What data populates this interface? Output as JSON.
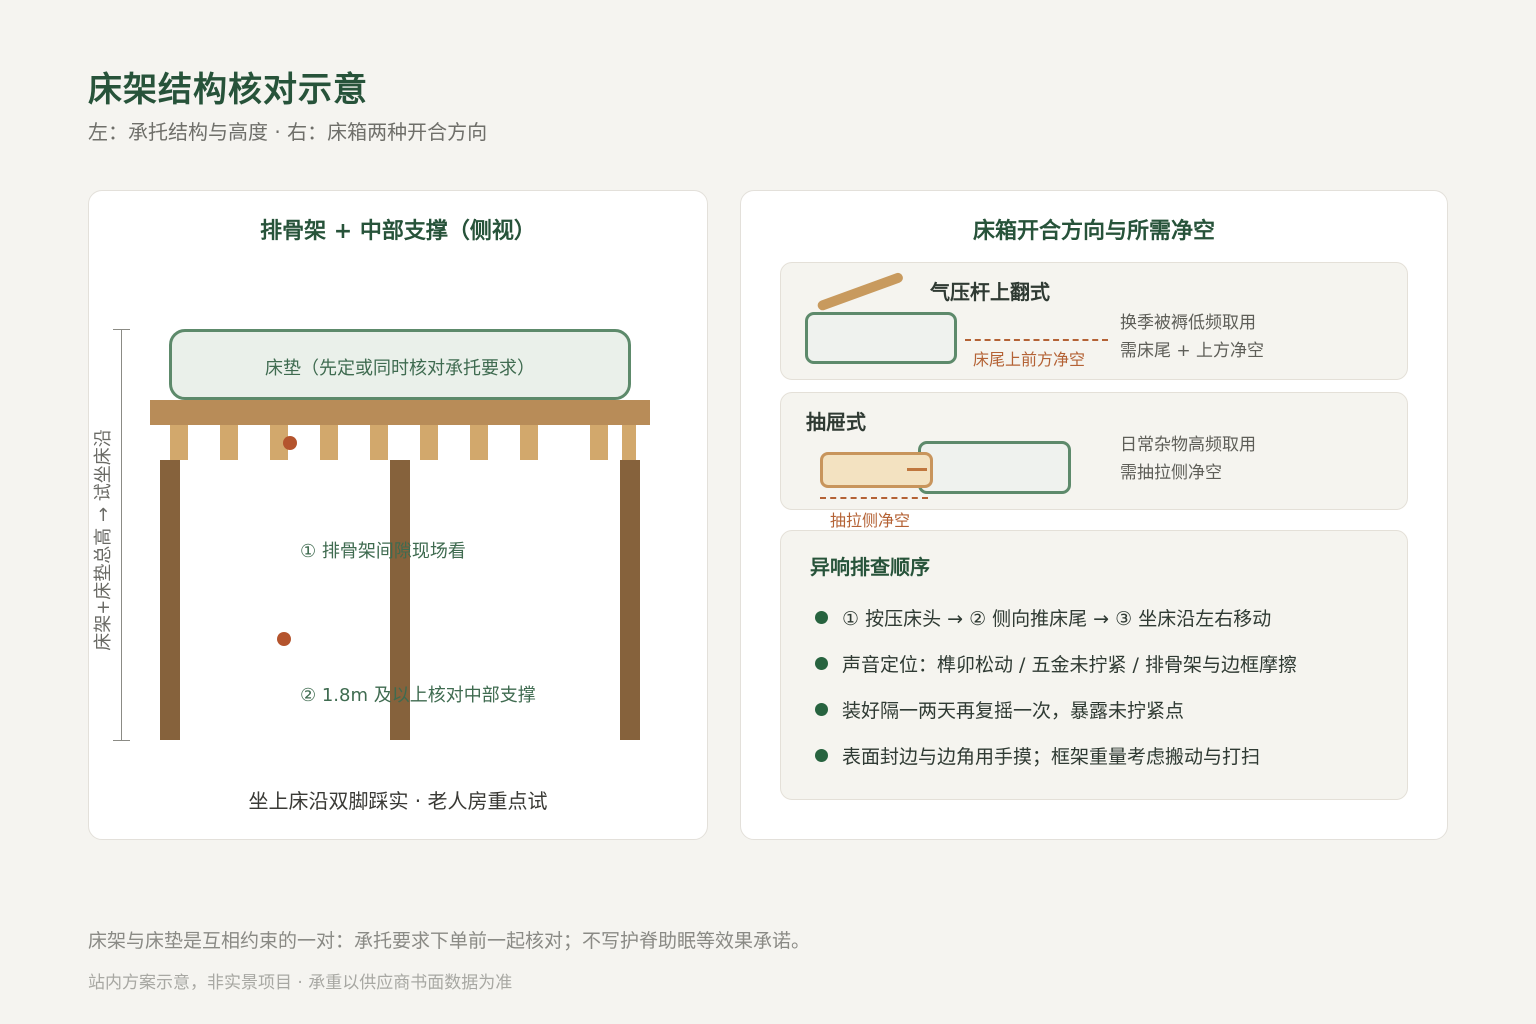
{
  "header": {
    "title": "床架结构核对示意",
    "subtitle": "左：承托结构与高度 · 右：床箱两种开合方向"
  },
  "left_panel": {
    "title": "排骨架 + 中部支撑（侧视）",
    "mattress_label": "床垫（先定或同时核对承托要求）",
    "height_label": "床架+床垫总高 → 试坐床沿",
    "note_1": "① 排骨架间隙现场看",
    "note_2": "② 1.8m 及以上核对中部支撑",
    "bottom_caption": "坐上床沿双脚踩实 · 老人房重点试"
  },
  "right_panel": {
    "title": "床箱开合方向与所需净空",
    "gas_lift": {
      "title": "气压杆上翻式",
      "clearance_label": "床尾上前方净空",
      "desc_1": "换季被褥低频取用",
      "desc_2": "需床尾 + 上方净空"
    },
    "drawer": {
      "title": "抽屉式",
      "clearance_label": "抽拉侧净空",
      "desc_1": "日常杂物高频取用",
      "desc_2": "需抽拉侧净空"
    },
    "noise_check": {
      "title": "异响排查顺序",
      "items": [
        "① 按压床头 → ② 侧向推床尾 → ③ 坐床沿左右移动",
        "声音定位：榫卯松动 / 五金未拧紧 / 排骨架与边框摩擦",
        "装好隔一两天再复摇一次，暴露未拧紧点",
        "表面封边与边角用手摸；框架重量考虑搬动与打扫"
      ]
    }
  },
  "footer": {
    "line_1": "床架与床垫是互相约束的一对：承托要求下单前一起核对；不写护脊助眠等效果承诺。",
    "line_2": "站内方案示意，非实景项目 · 承重以供应商书面数据为准"
  },
  "colors": {
    "title_green": "#27533a",
    "wood_light": "#d2a86c",
    "wood_rail": "#b88c58",
    "wood_dark": "#86623c",
    "accent_orange": "#b46235",
    "mattress_fill": "#eaf0ea",
    "mattress_border": "#5d8a6b"
  }
}
